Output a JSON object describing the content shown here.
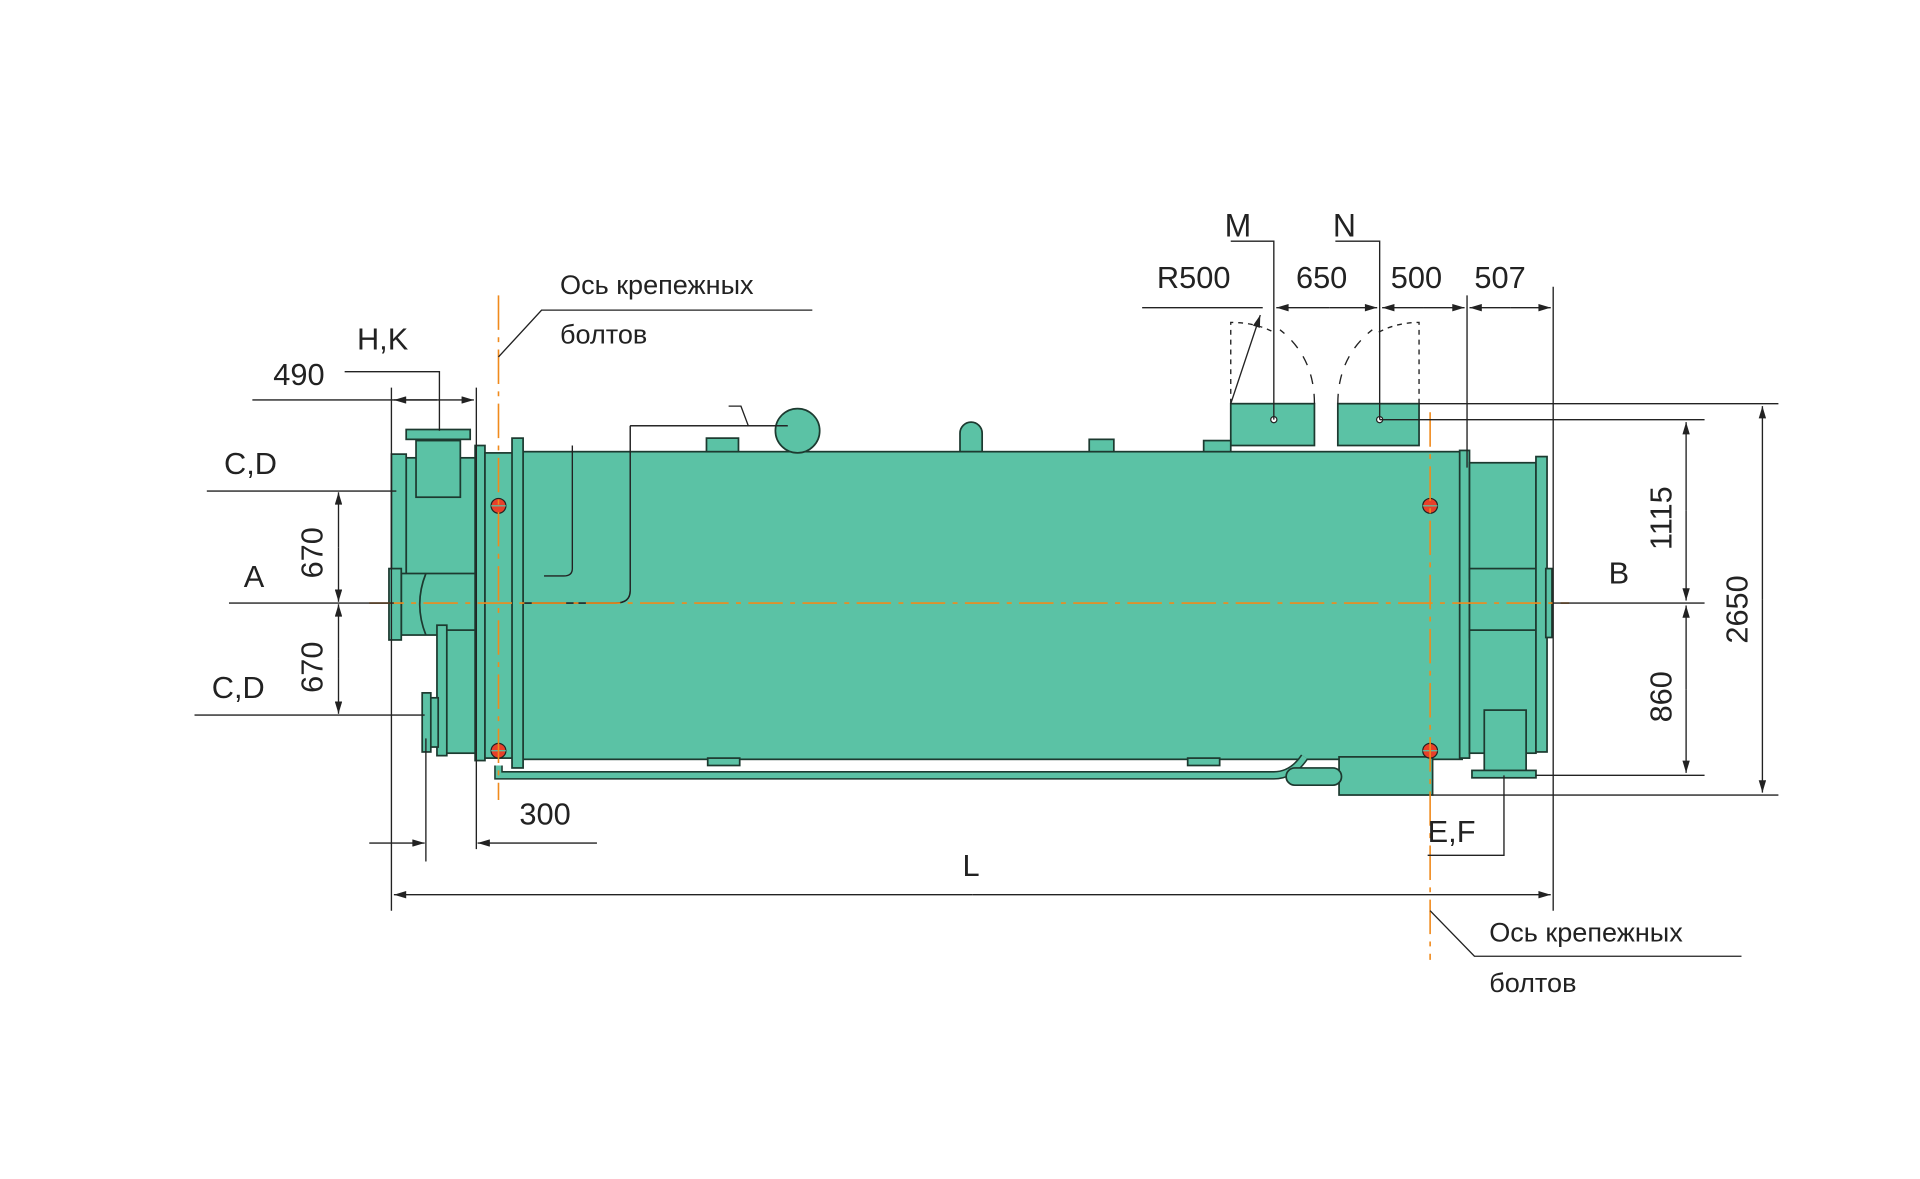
{
  "drawing": {
    "colors": {
      "body": "#5bc2a5",
      "axis": "#f08a1c",
      "bolt": "#e8402a",
      "line": "#222222"
    },
    "labels": {
      "bolt_axis_line1": "Ось крепежных",
      "bolt_axis_line2": "болтов",
      "hk": "H,K",
      "cd_top": "C,D",
      "cd_bottom": "C,D",
      "a": "A",
      "b": "B",
      "m": "M",
      "n": "N",
      "ef": "E,F",
      "l": "L"
    },
    "dimensions": {
      "d490": "490",
      "d670_top": "670",
      "d670_bottom": "670",
      "d300": "300",
      "r500": "R500",
      "d650": "650",
      "d500": "500",
      "d507": "507",
      "d1115": "1115",
      "d860": "860",
      "d2650": "2650"
    }
  }
}
